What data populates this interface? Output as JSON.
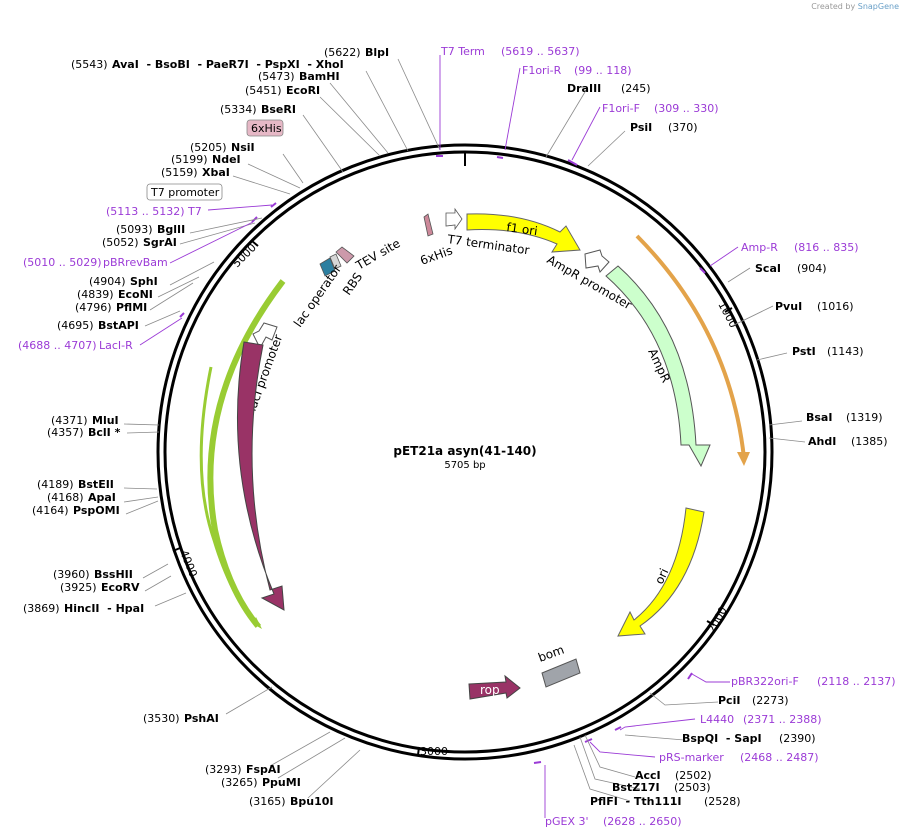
{
  "brand": {
    "created_by": "Created by",
    "product": "SnapGene"
  },
  "plasmid": {
    "name": "pET21a asyn(41-140)",
    "length_label": "5705 bp"
  },
  "ticks": [
    "1000",
    "2000",
    "3000",
    "4000",
    "5000"
  ],
  "colors": {
    "backbone": "#000000",
    "primer": "#9b3bd6",
    "f1ori": "#ffff00",
    "ampr": "#ccffcc",
    "lacI": "#993366",
    "lacI_outline": "#99cc33",
    "bom": "#a0a4aa",
    "rop": "#993366",
    "ampR_primer_arc": "#e3a34a"
  },
  "enzymes": [
    {
      "pos": "(5622)",
      "name": "BlpI"
    },
    {
      "pos": "(5543)",
      "name": "AvaI  - BsoBI  - PaeR7I  - PspXI  - XhoI"
    },
    {
      "pos": "(5473)",
      "name": "BamHI"
    },
    {
      "pos": "(5451)",
      "name": "EcoRI"
    },
    {
      "pos": "(5334)",
      "name": "BseRI"
    },
    {
      "pos": "(5205)",
      "name": "NsiI"
    },
    {
      "pos": "(5199)",
      "name": "NdeI"
    },
    {
      "pos": "(5159)",
      "name": "XbaI"
    },
    {
      "pos": "(5093)",
      "name": "BglII"
    },
    {
      "pos": "(5052)",
      "name": "SgrAI"
    },
    {
      "pos": "(4904)",
      "name": "SphI"
    },
    {
      "pos": "(4839)",
      "name": "EcoNI"
    },
    {
      "pos": "(4796)",
      "name": "PflMI"
    },
    {
      "pos": "(4695)",
      "name": "BstAPI"
    },
    {
      "pos": "(4371)",
      "name": "MluI"
    },
    {
      "pos": "(4357)",
      "name": "BclI *"
    },
    {
      "pos": "(4189)",
      "name": "BstEII"
    },
    {
      "pos": "(4168)",
      "name": "ApaI"
    },
    {
      "pos": "(4164)",
      "name": "PspOMI"
    },
    {
      "pos": "(3960)",
      "name": "BssHII"
    },
    {
      "pos": "(3925)",
      "name": "EcoRV"
    },
    {
      "pos": "(3869)",
      "name": "HincII  - HpaI"
    },
    {
      "pos": "(3530)",
      "name": "PshAI"
    },
    {
      "pos": "(3293)",
      "name": "FspAI"
    },
    {
      "pos": "(3265)",
      "name": "PpuMI"
    },
    {
      "pos": "(3165)",
      "name": "Bpu10I"
    },
    {
      "pos": "(245)",
      "name": "DraIII"
    },
    {
      "pos": "(370)",
      "name": "PsiI"
    },
    {
      "pos": "(904)",
      "name": "ScaI"
    },
    {
      "pos": "(1016)",
      "name": "PvuI"
    },
    {
      "pos": "(1143)",
      "name": "PstI"
    },
    {
      "pos": "(1319)",
      "name": "BsaI"
    },
    {
      "pos": "(1385)",
      "name": "AhdI"
    },
    {
      "pos": "(2273)",
      "name": "PciI"
    },
    {
      "pos": "(2390)",
      "name": "BspQI  - SapI"
    },
    {
      "pos": "(2502)",
      "name": "AccI"
    },
    {
      "pos": "(2503)",
      "name": "BstZ17I"
    },
    {
      "pos": "(2528)",
      "name": "PflFI  - Tth111I"
    }
  ],
  "primers": [
    {
      "name": "T7 Term",
      "range": "(5619 .. 5637)"
    },
    {
      "name": "F1ori-R",
      "range": "(99 .. 118)"
    },
    {
      "name": "F1ori-F",
      "range": "(309 .. 330)"
    },
    {
      "name": "Amp-R",
      "range": "(816 .. 835)"
    },
    {
      "name": "pBR322ori-F",
      "range": "(2118 .. 2137)"
    },
    {
      "name": "L4440",
      "range": "(2371 .. 2388)"
    },
    {
      "name": "pRS-marker",
      "range": "(2468 .. 2487)"
    },
    {
      "name": "pGEX 3'",
      "range": "(2628 .. 2650)"
    },
    {
      "name": "T7",
      "range": "(5113 .. 5132)"
    },
    {
      "name": "pBRrevBam",
      "range": "(5010 .. 5029)"
    },
    {
      "name": "LacI-R",
      "range": "(4688 .. 4707)"
    }
  ],
  "boxed_labels": {
    "his_tag": "6xHis",
    "t7_promoter": "T7 promoter"
  },
  "features": {
    "f1_ori": "f1 ori",
    "ampr_promoter": "AmpR promoter",
    "ampr": "AmpR",
    "ori": "ori",
    "bom": "bom",
    "rop": "rop",
    "laci": "lacI",
    "laci_promoter": "lacI promoter",
    "lac_operator": "lac operator",
    "rbs": "RBS",
    "tev_site": "TEV site",
    "his6": "6xHis",
    "t7_terminator": "T7 terminator"
  }
}
